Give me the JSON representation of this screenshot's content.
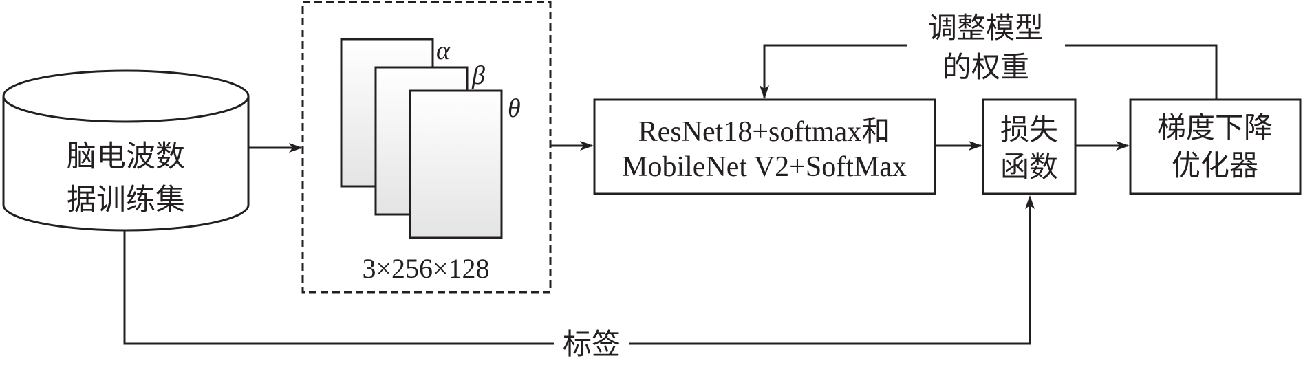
{
  "dataset": {
    "line1": "脑电波数",
    "line2": "据训练集"
  },
  "feature_maps": {
    "channel_labels": [
      "α",
      "β",
      "θ"
    ],
    "shape_label": "3×256×128"
  },
  "model": {
    "line1": "ResNet18+softmax和",
    "line2": "MobileNet V2+SoftMax"
  },
  "loss": {
    "line1": "损失",
    "line2": "函数"
  },
  "optimizer": {
    "line1": "梯度下降",
    "line2": "优化器"
  },
  "feedback": {
    "line1": "调整模型",
    "line2": "的权重"
  },
  "label_edge": "标签",
  "colors": {
    "stroke": "#231f20",
    "background": "#ffffff",
    "gradient_light": "#ffffff",
    "gradient_dark": "#e4e4e4"
  }
}
